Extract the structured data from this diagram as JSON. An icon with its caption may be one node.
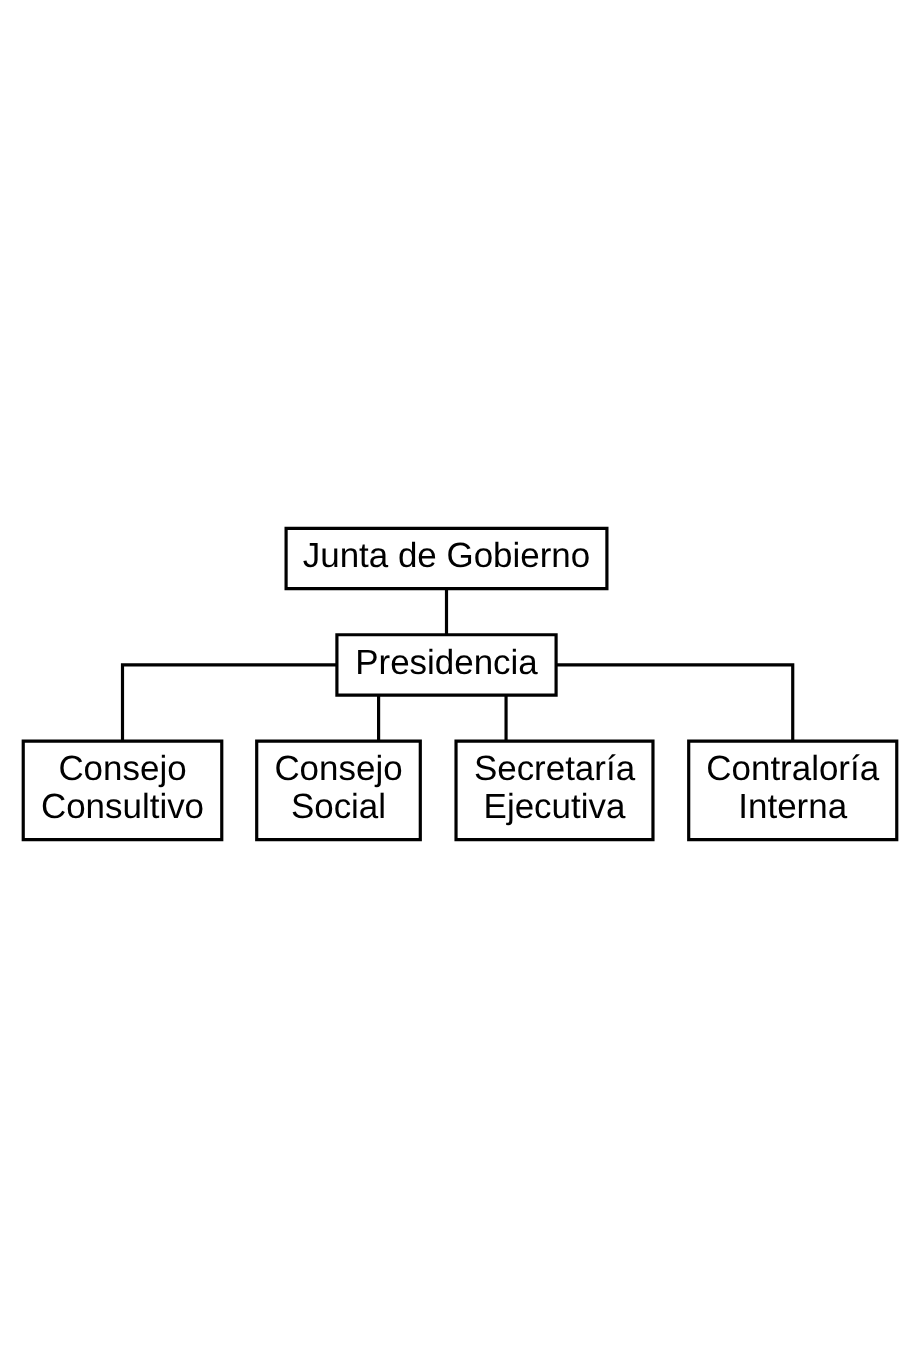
{
  "diagram": {
    "nodes": [
      {
        "text": [
          "Junta de Gobierno"
        ]
      },
      {
        "text": [
          "Presidencia"
        ]
      },
      {
        "text": [
          "Consejo Consultivo"
        ]
      },
      {
        "text": [
          "Consejo Social"
        ]
      },
      {
        "text": [
          "Secretaría Ejecutiva"
        ]
      },
      {
        "text": [
          "Contraloría Interna"
        ]
      }
    ],
    "edges": [
      {
        "from": 0,
        "to": 1,
        "arrow": "none"
      },
      {
        "from": 1,
        "to": 2,
        "arrow": "none"
      },
      {
        "from": 1,
        "to": 3,
        "arrow": "none"
      },
      {
        "from": 1,
        "to": 4,
        "arrow": "none"
      },
      {
        "from": 1,
        "to": 5,
        "arrow": "none"
      }
    ]
  }
}
